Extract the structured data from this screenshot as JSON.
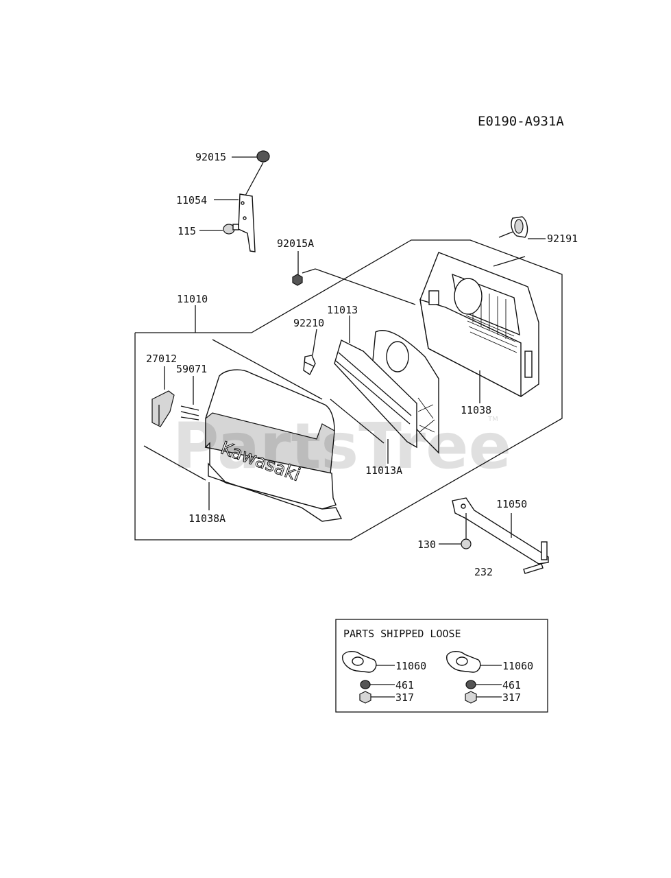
{
  "diagram_code": "E0190-A931A",
  "watermark": "PartsTree",
  "watermark_tm": "TM",
  "brand_text": "Kawasaki",
  "labels": {
    "p92015": "92015",
    "p11054": "11054",
    "p115": "115",
    "p92015A": "92015A",
    "p92191": "92191",
    "p11010": "11010",
    "p11013": "11013",
    "p92210": "92210",
    "p27012": "27012",
    "p59071": "59071",
    "p11038": "11038",
    "p11013A": "11013A",
    "p11038A": "11038A",
    "p11050": "11050",
    "p130": "130",
    "p232": "232"
  },
  "loose_box": {
    "title": "PARTS SHIPPED LOOSE",
    "left": {
      "gasket": "11060",
      "washer": "461",
      "nut": "317"
    },
    "right": {
      "gasket": "11060",
      "washer": "461",
      "nut": "317"
    }
  }
}
